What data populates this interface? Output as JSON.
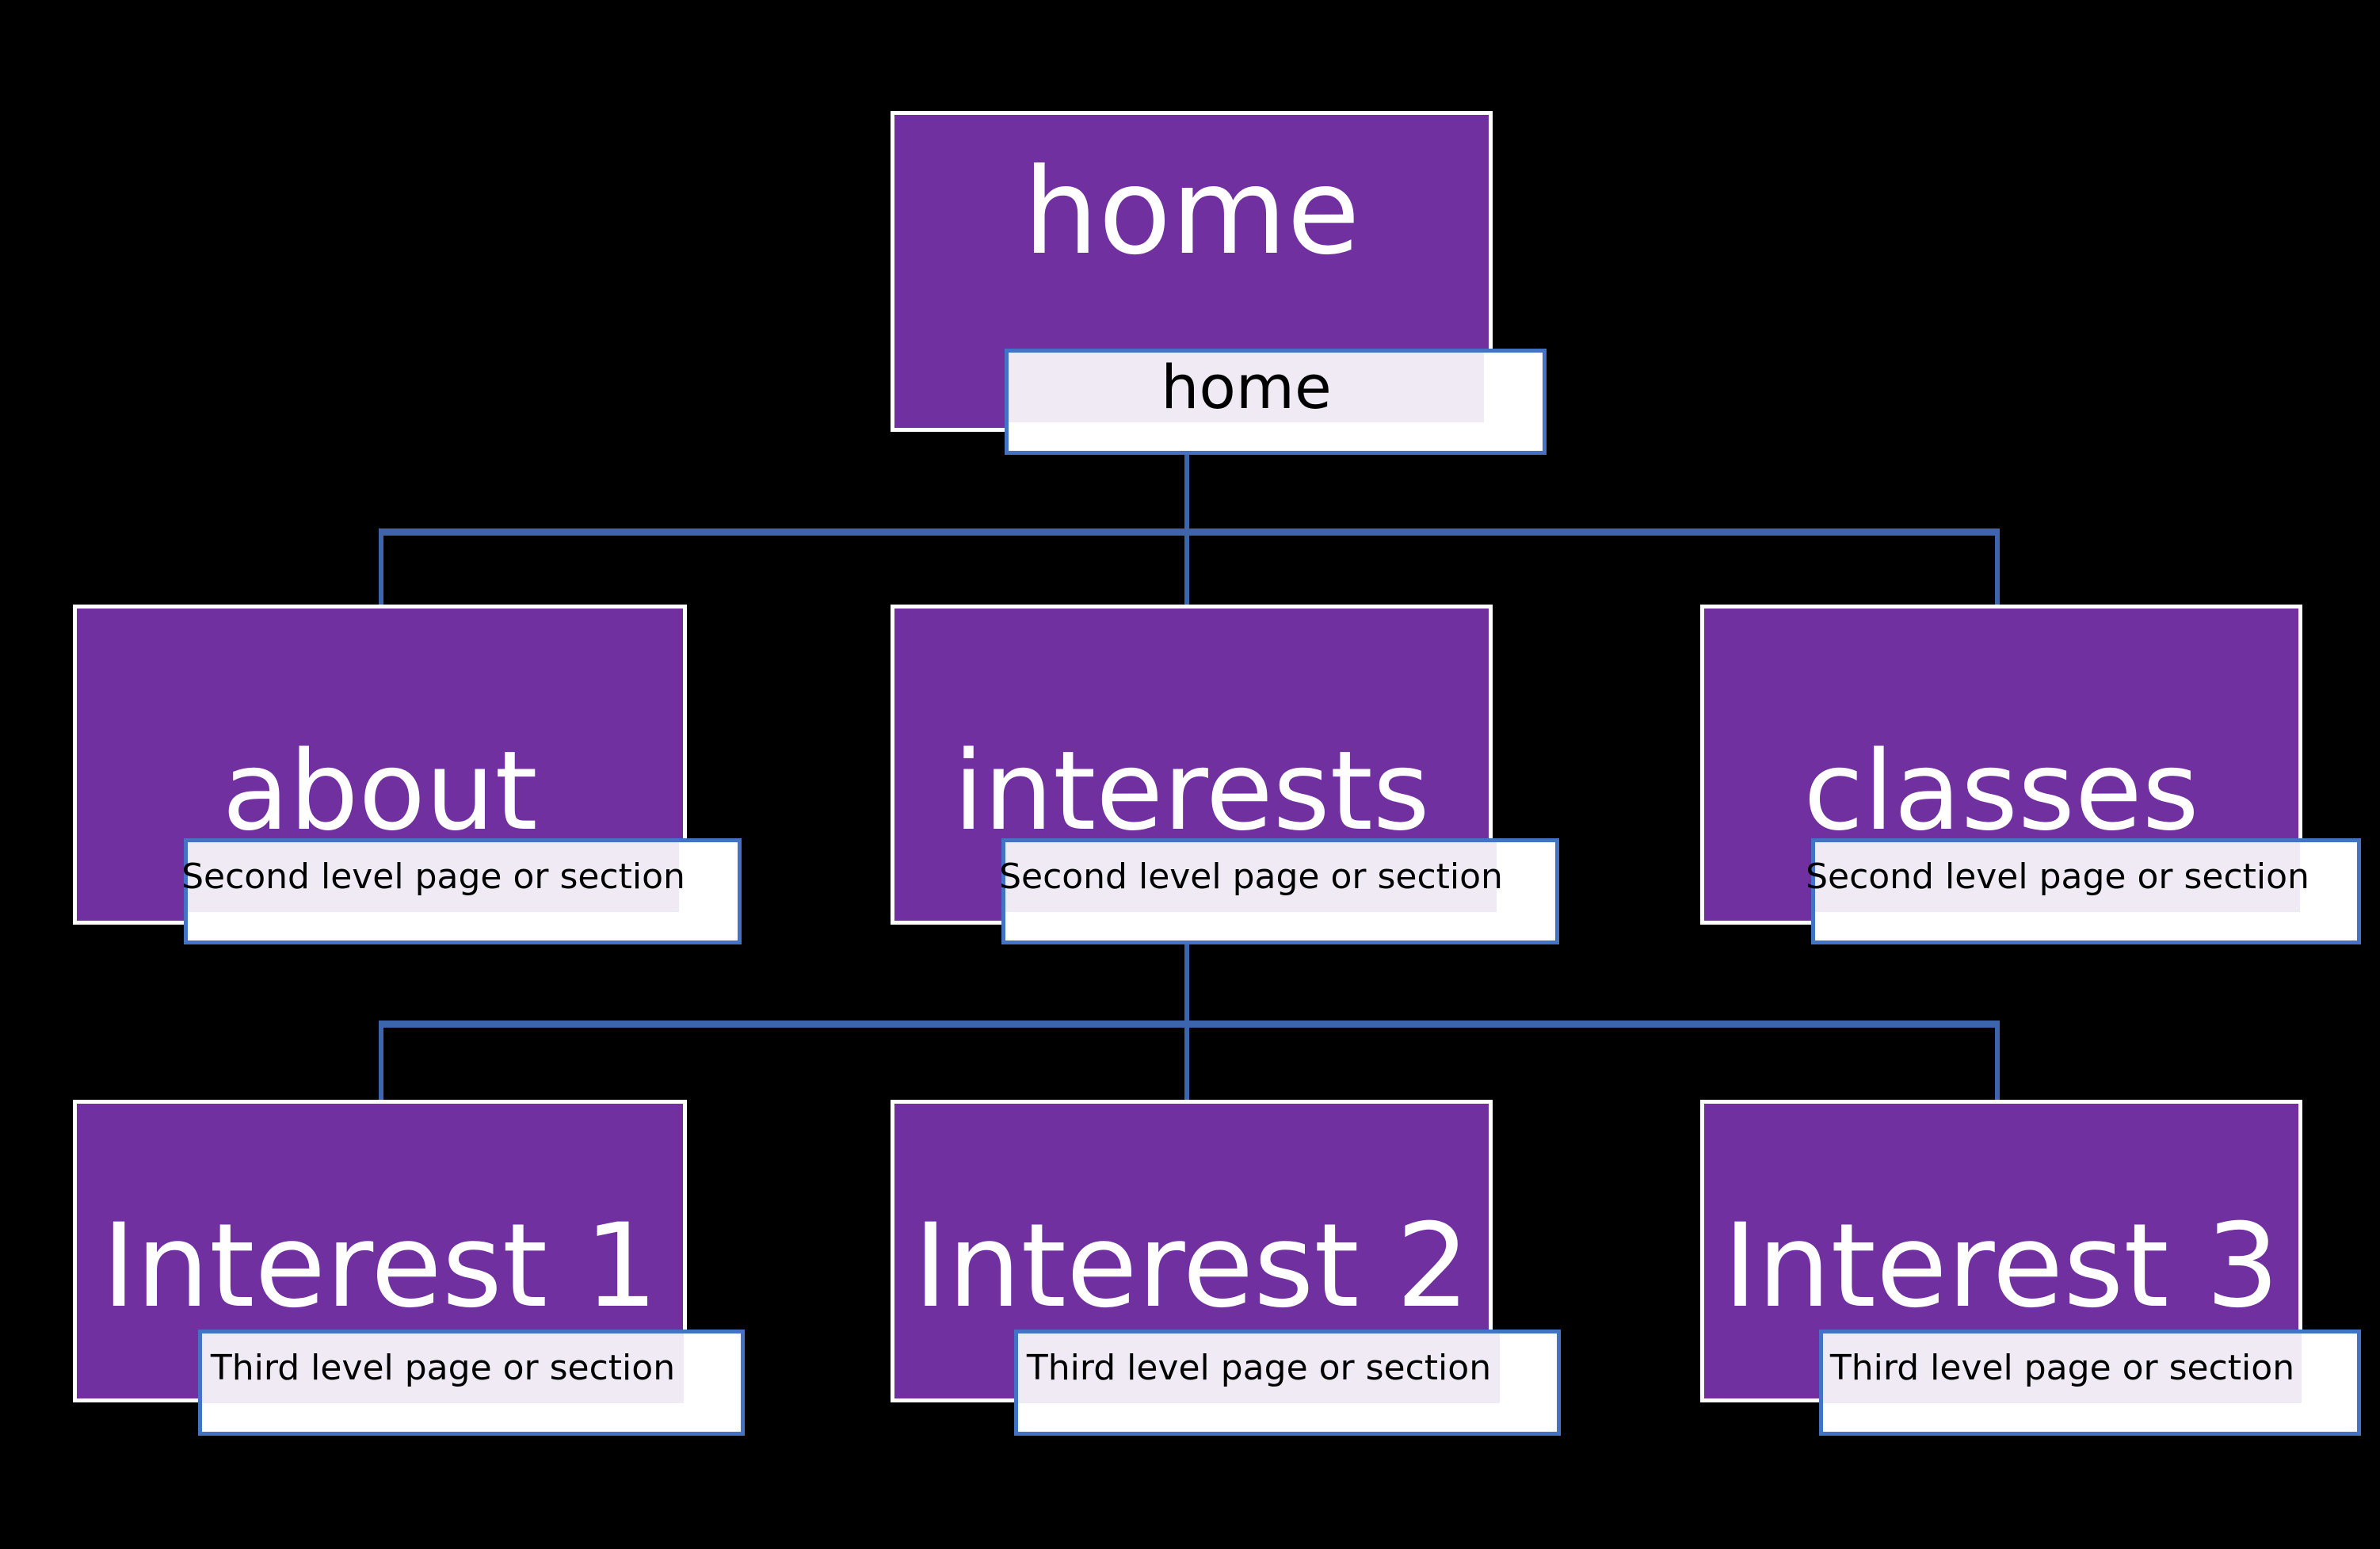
{
  "diagram": {
    "title": "home",
    "background_color": "#000000",
    "node_color": "#7030A0",
    "node_border_color": "#FFFFFF",
    "connector_color": "#3C65AE",
    "caption_border_color": "#4472C4",
    "caption_highlight_color": "#EFEAF4",
    "caption_fill_color": "#FFFFFF",
    "node_text_color": "#FFFFFF",
    "caption_text_color": "#000000"
  },
  "nodes": {
    "root": {
      "label": "home",
      "caption": "home"
    },
    "level2": [
      {
        "label": "about",
        "caption": "Second level page or section"
      },
      {
        "label": "interests",
        "caption": "Second level page or section"
      },
      {
        "label": "classes",
        "caption": "Second level page or section"
      }
    ],
    "level3": [
      {
        "label": "Interest 1",
        "caption": "Third level page or section"
      },
      {
        "label": "Interest 2",
        "caption": "Third level page or section"
      },
      {
        "label": "Interest 3",
        "caption": "Third level page or section"
      }
    ]
  }
}
